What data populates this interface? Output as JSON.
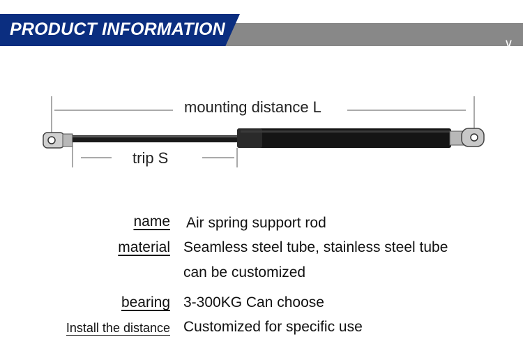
{
  "header": {
    "title": "PRODUCT INFORMATION",
    "chevron_icon": "chevron-down-icon",
    "accent_color": "#0b2e80",
    "bar_color": "#888888"
  },
  "diagram": {
    "length_label": "mounting distance L",
    "stroke_label": "trip S"
  },
  "specs": [
    {
      "key": "name",
      "value": "Air spring support rod"
    },
    {
      "key": "material",
      "value": "Seamless steel tube, stainless steel tube"
    },
    {
      "key": "",
      "value": "can be customized"
    },
    {
      "key": "bearing",
      "value": "3-300KG Can choose"
    },
    {
      "key": "Install the distance",
      "value": "Customized for specific use"
    }
  ]
}
